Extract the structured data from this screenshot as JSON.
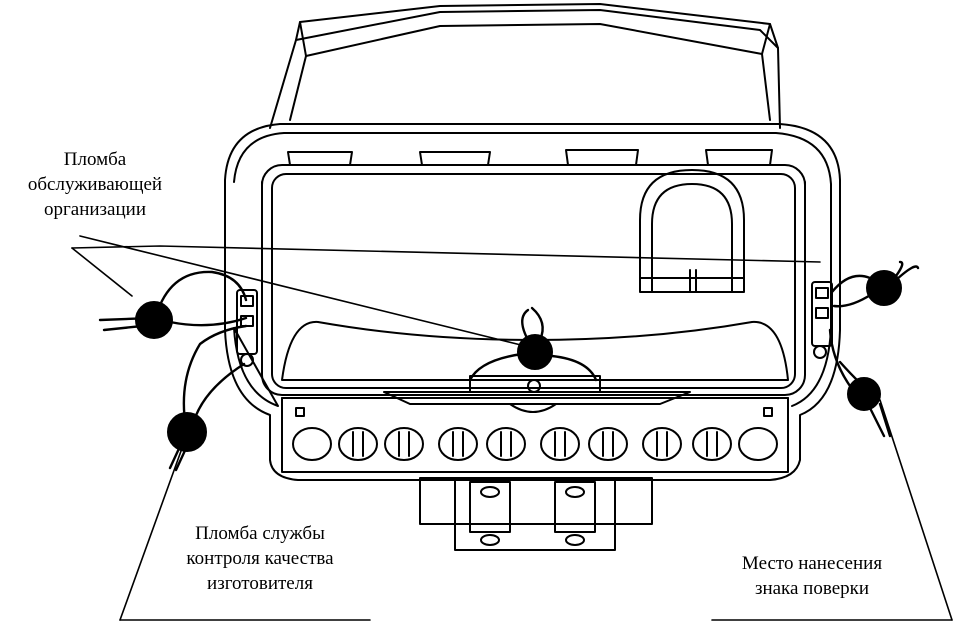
{
  "labels": {
    "service_org_seal": [
      "Пломба",
      "обслуживающей",
      "организации"
    ],
    "quality_control_seal": [
      "Пломба службы",
      "контроля качества",
      "изготовителя"
    ],
    "verification_mark_place": [
      "Место нанесения",
      "знака поверки"
    ]
  },
  "colors": {
    "line": "#000000",
    "background": "#ffffff"
  }
}
